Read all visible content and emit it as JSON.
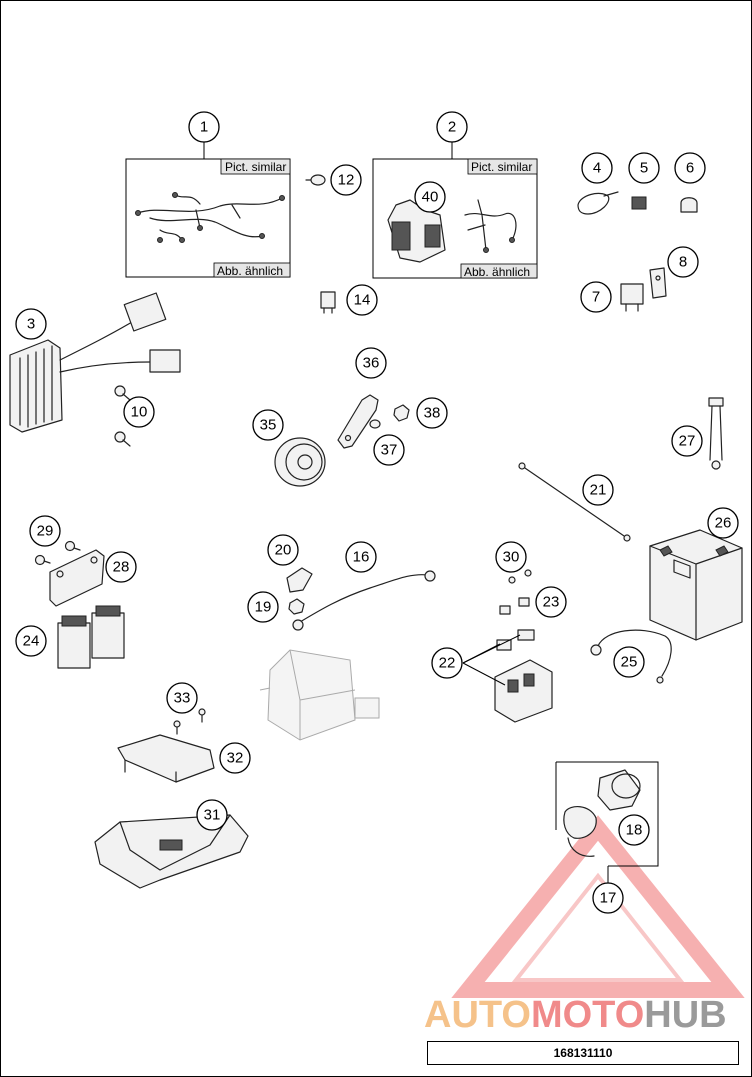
{
  "callouts": [
    "1",
    "2",
    "3",
    "4",
    "5",
    "6",
    "7",
    "8",
    "10",
    "12",
    "14",
    "16",
    "17",
    "18",
    "19",
    "20",
    "21",
    "22",
    "23",
    "24",
    "25",
    "26",
    "27",
    "28",
    "29",
    "30",
    "31",
    "32",
    "33",
    "35",
    "36",
    "37",
    "38",
    "40"
  ],
  "boxes": {
    "box_1": {
      "top_label": "Pict. similar",
      "bottom_label": "Abb. ähnlich"
    },
    "box_2": {
      "top_label": "Pict. similar",
      "bottom_label": "Abb. ähnlich"
    }
  },
  "watermark": {
    "part1": "AUTO",
    "part2": "MOTO",
    "part3": "HUB",
    "color1": "#f5c28a",
    "color2": "#f08a8a",
    "color3": "#9a9a9a"
  },
  "diagram_number": "168131110"
}
